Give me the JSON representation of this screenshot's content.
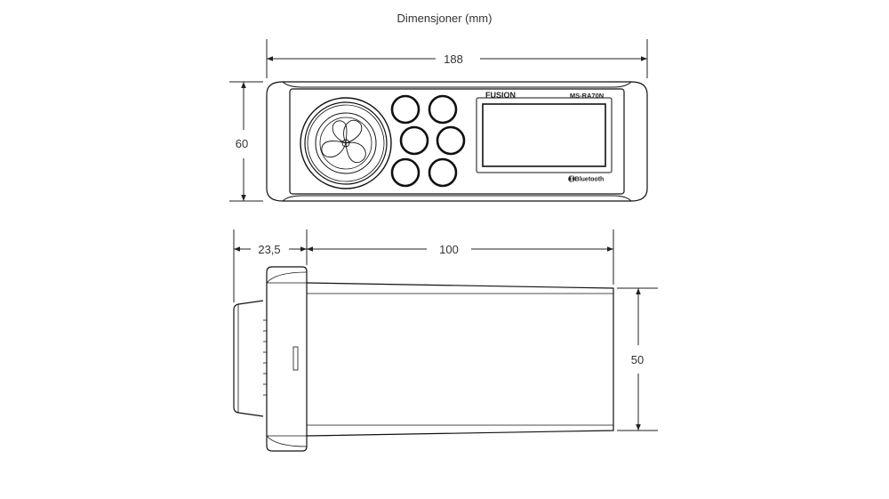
{
  "title": "Dimensjoner (mm)",
  "front_view": {
    "width_label": "188",
    "height_label": "60",
    "brand_text": "FUSION",
    "model_text": "MS-RA70N",
    "bluetooth_text": "Bluetooth"
  },
  "side_view": {
    "front_depth_label": "23,5",
    "body_depth_label": "100",
    "body_height_label": "50"
  },
  "colors": {
    "line": "#111111",
    "dimension_line": "#222222"
  }
}
